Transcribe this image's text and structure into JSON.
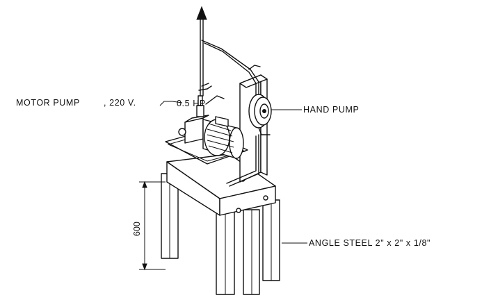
{
  "labels": {
    "motor_pump": "MOTOR PUMP",
    "motor_spec": ", 220 V.",
    "motor_hp": "0.5 HP",
    "hand_pump": "HAND PUMP",
    "angle_steel": "ANGLE STEEL 2\" x 2\" x 1/8\"",
    "height_dimension": "600"
  }
}
